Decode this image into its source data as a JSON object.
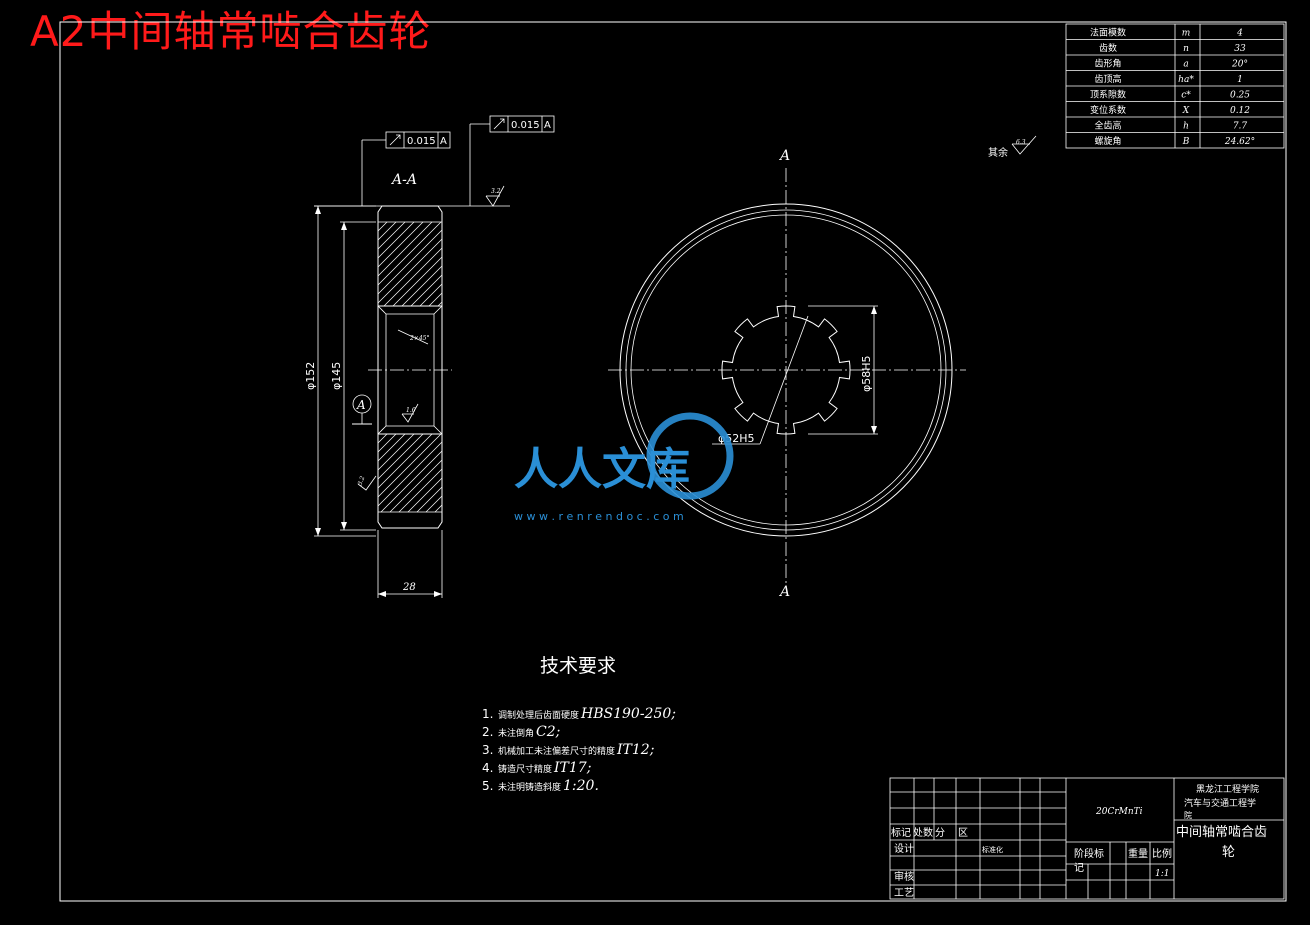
{
  "title": "A2中间轴常啮合齿轮",
  "params_table": {
    "rows": [
      {
        "name": "法面模数",
        "symbol": "m",
        "value": "4"
      },
      {
        "name": "齿数",
        "symbol": "n",
        "value": "33"
      },
      {
        "name": "齿形角",
        "symbol": "a",
        "value": "20°"
      },
      {
        "name": "齿顶高",
        "symbol": "ha*",
        "value": "1"
      },
      {
        "name": "顶系隙数",
        "symbol": "c*",
        "value": "0.25"
      },
      {
        "name": "变位系数",
        "symbol": "X",
        "value": "0.12"
      },
      {
        "name": "全齿高",
        "symbol": "h",
        "value": "7.7"
      },
      {
        "name": "螺旋角",
        "symbol": "B",
        "value": "24.62°"
      }
    ]
  },
  "roughness_note": {
    "label": "其余",
    "value": "6.3"
  },
  "section_view": {
    "label": "A-A",
    "tolerance_1": {
      "value": "0.015",
      "datum": "A"
    },
    "tolerance_2": {
      "value": "0.015",
      "datum": "A"
    },
    "dim_outer": "φ152",
    "dim_inner": "φ145",
    "dim_width": "28",
    "datum": "A",
    "chamfer": "2×45°",
    "roughness_1": "3.2",
    "roughness_2": "1.6",
    "roughness_3": "3.2"
  },
  "front_view": {
    "section_top": "A",
    "section_bottom": "A",
    "dim_spline_outer": "φ58H5",
    "dim_spline_inner": "φ52H5"
  },
  "watermark": {
    "text": "人人文库",
    "url": "w w w . r e n r e n d o c . c o m"
  },
  "tech_requirements": {
    "heading": "技术要求",
    "items": [
      {
        "num": "1.",
        "text": "调制处理后齿面硬度",
        "value": "HBS190-250;"
      },
      {
        "num": "2.",
        "text": "未注倒角",
        "value": "C2;"
      },
      {
        "num": "3.",
        "text": "机械加工未注偏差尺寸的精度",
        "value": "IT12;"
      },
      {
        "num": "4.",
        "text": "铸造尺寸精度",
        "value": "IT17;"
      },
      {
        "num": "5.",
        "text": "未注明铸造斜度",
        "value": "1:20."
      }
    ]
  },
  "title_block": {
    "material": "20CrMnTi",
    "school_line1": "黑龙江工程学院",
    "school_line2": "汽车与交通工程学",
    "school_line3": "院",
    "part_name_line1": "中间轴常啮合齿",
    "part_name_line2": "轮",
    "marks": "标记",
    "count": "处数",
    "zone": "分",
    "zone2": "区",
    "designer": "设计",
    "standardize": "标准化",
    "review": "审核",
    "process": "工艺",
    "stage_mark": "阶段标",
    "stage_mark2": "记",
    "weight": "重量",
    "scale_label": "比例",
    "scale_value": "1:1"
  }
}
